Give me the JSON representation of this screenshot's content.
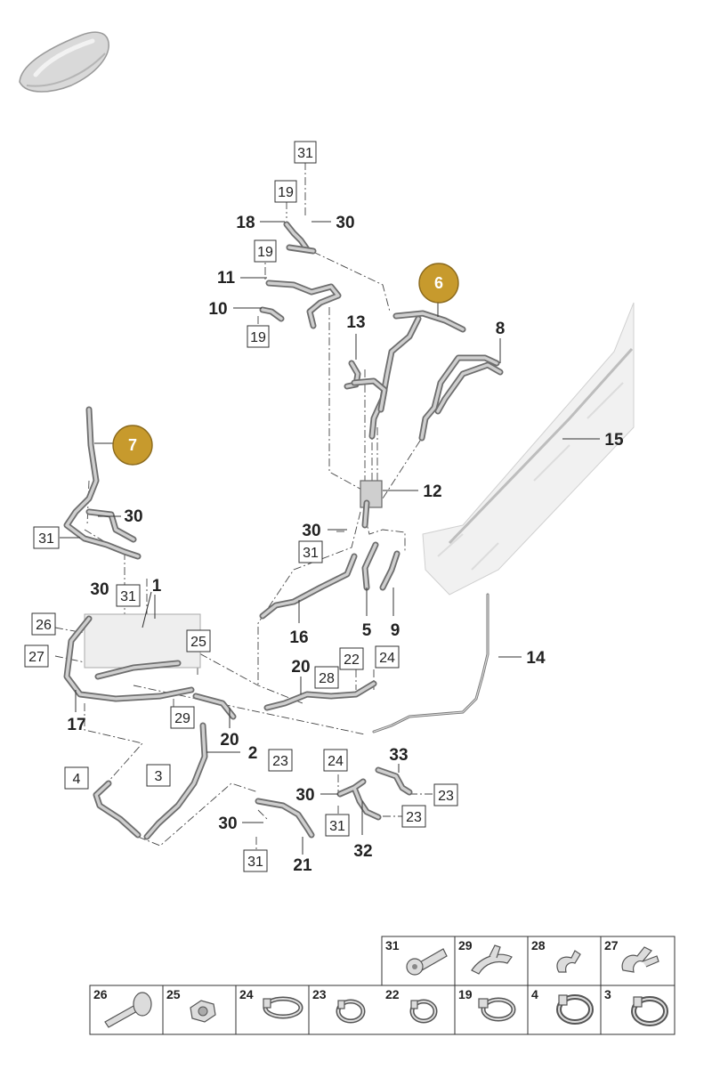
{
  "callouts": {
    "c6": "6",
    "c7": "7"
  },
  "labels": {
    "n18": "18",
    "n30a": "30",
    "n11": "11",
    "n10": "10",
    "n13": "13",
    "n8": "8",
    "n15": "15",
    "n12": "12",
    "n30b": "30",
    "n30c": "30",
    "n1": "1",
    "n30d": "30",
    "n5": "5",
    "n9": "9",
    "n16": "16",
    "n14": "14",
    "n20a": "20",
    "n17": "17",
    "n20b": "20",
    "n2": "2",
    "n33": "33",
    "n30e": "30",
    "n32": "32",
    "n30f": "30",
    "n21": "21"
  },
  "boxes": {
    "b31a": "31",
    "b19a": "19",
    "b19b": "19",
    "b19c": "19",
    "b31b": "31",
    "b31c": "31",
    "b31d": "31",
    "b26": "26",
    "b25": "25",
    "b27": "27",
    "b22": "22",
    "b24a": "24",
    "b28": "28",
    "b29": "29",
    "b4": "4",
    "b3": "3",
    "b23a": "23",
    "b24b": "24",
    "b23b": "23",
    "b31e": "31",
    "b23c": "23",
    "b31f": "31"
  },
  "table": {
    "row1": [
      "31",
      "29",
      "28",
      "27"
    ],
    "row2": [
      "26",
      "25",
      "24",
      "23",
      "22",
      "19",
      "4",
      "3"
    ]
  }
}
